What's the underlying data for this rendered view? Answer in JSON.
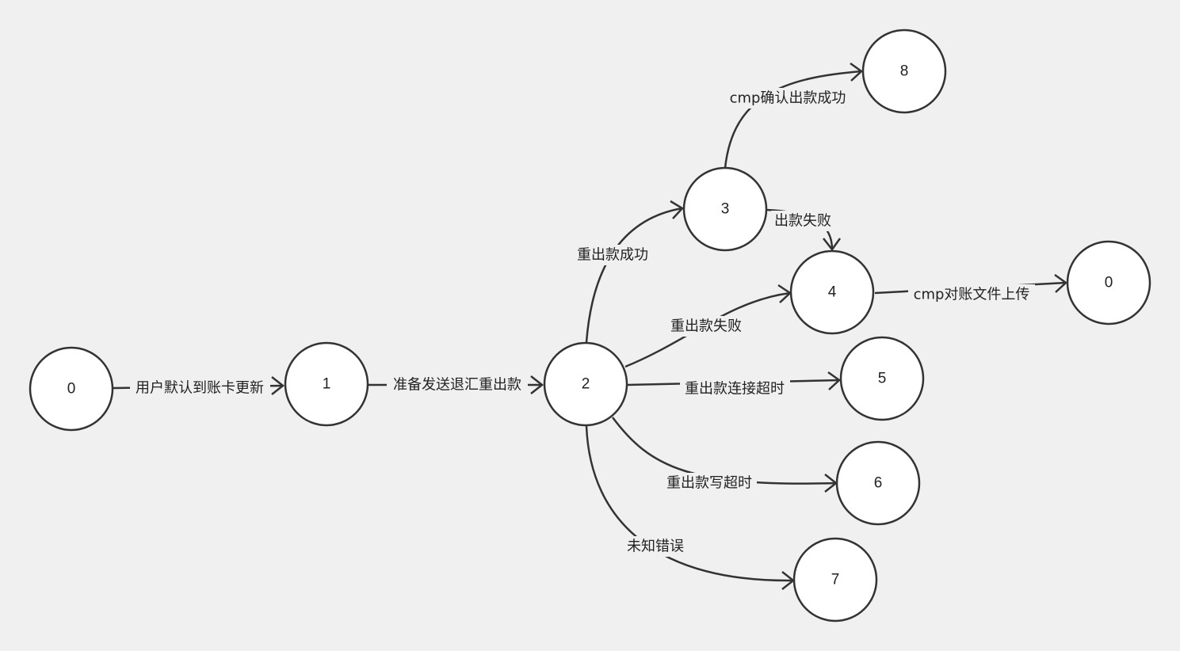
{
  "diagram": {
    "type": "state-transition",
    "nodes": [
      {
        "id": "n0a",
        "label": "0"
      },
      {
        "id": "n1",
        "label": "1"
      },
      {
        "id": "n2",
        "label": "2"
      },
      {
        "id": "n3",
        "label": "3"
      },
      {
        "id": "n4",
        "label": "4"
      },
      {
        "id": "n5",
        "label": "5"
      },
      {
        "id": "n6",
        "label": "6"
      },
      {
        "id": "n7",
        "label": "7"
      },
      {
        "id": "n8",
        "label": "8"
      },
      {
        "id": "n0b",
        "label": "0"
      }
    ],
    "edges": [
      {
        "id": "e-0-1",
        "from": "n0a",
        "to": "n1",
        "label": "用户默认到账卡更新"
      },
      {
        "id": "e-1-2",
        "from": "n1",
        "to": "n2",
        "label": "准备发送退汇重出款"
      },
      {
        "id": "e-2-3",
        "from": "n2",
        "to": "n3",
        "label": "重出款成功"
      },
      {
        "id": "e-3-8",
        "from": "n3",
        "to": "n8",
        "label": "cmp确认出款成功"
      },
      {
        "id": "e-3-4",
        "from": "n3",
        "to": "n4",
        "label": "出款失败"
      },
      {
        "id": "e-2-4",
        "from": "n2",
        "to": "n4",
        "label": "重出款失败"
      },
      {
        "id": "e-4-0",
        "from": "n4",
        "to": "n0b",
        "label": "cmp对账文件上传"
      },
      {
        "id": "e-2-5",
        "from": "n2",
        "to": "n5",
        "label": "重出款连接超时"
      },
      {
        "id": "e-2-6",
        "from": "n2",
        "to": "n6",
        "label": "重出款写超时"
      },
      {
        "id": "e-2-7",
        "from": "n2",
        "to": "n7",
        "label": "未知错误"
      }
    ]
  }
}
